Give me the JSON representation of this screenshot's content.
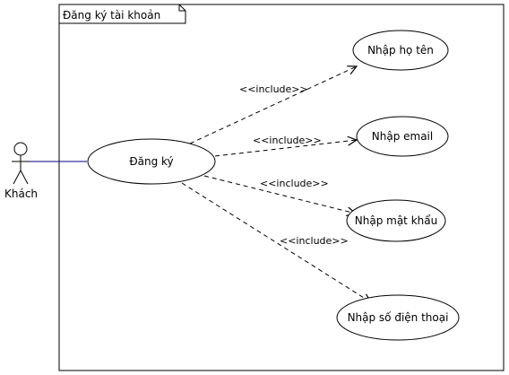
{
  "frame": {
    "title": "Đăng ký tài khoản"
  },
  "actor": {
    "name": "Khách"
  },
  "use_cases": {
    "register": "Đăng ký",
    "enter_name": "Nhập họ tên",
    "enter_email": "Nhập email",
    "enter_password": "Nhập mật khẩu",
    "enter_phone": "Nhập số điện thoại"
  },
  "relations": {
    "include_name": "<<include>>",
    "include_email": "<<include>>",
    "include_password": "<<include>>",
    "include_phone": "<<include>>"
  },
  "colors": {
    "association_line": "#00008b",
    "stroke": "#000000"
  }
}
